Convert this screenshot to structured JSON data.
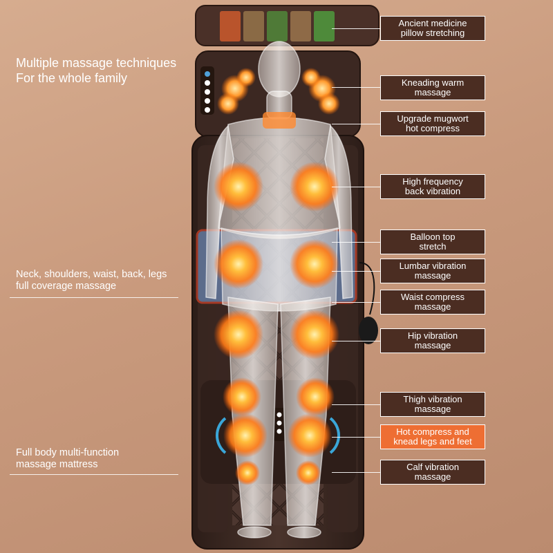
{
  "headline": {
    "line1": "Multiple massage techniques",
    "line2": "For the whole family"
  },
  "side_notes": [
    {
      "line1": "Neck, shoulders, waist, back, legs",
      "line2": "full coverage massage"
    },
    {
      "line1": "Full body multi-function",
      "line2": "massage mattress"
    }
  ],
  "features": [
    {
      "line1": "Ancient medicine",
      "line2": "pillow stretching",
      "highlight": false
    },
    {
      "line1": "Kneading warm",
      "line2": "massage",
      "highlight": false
    },
    {
      "line1": "Upgrade mugwort",
      "line2": "hot compress",
      "highlight": false
    },
    {
      "line1": "High frequency",
      "line2": "back vibration",
      "highlight": false
    },
    {
      "line1": "Balloon top",
      "line2": "stretch",
      "highlight": false
    },
    {
      "line1": "Lumbar vibration",
      "line2": "massage",
      "highlight": false
    },
    {
      "line1": "Waist compress",
      "line2": "massage",
      "highlight": false
    },
    {
      "line1": "Hip vibration",
      "line2": "massage",
      "highlight": false
    },
    {
      "line1": "Thigh vibration",
      "line2": "massage",
      "highlight": false
    },
    {
      "line1": "Hot compress and",
      "line2": "knead legs and feet",
      "highlight": true
    },
    {
      "line1": "Calf vibration",
      "line2": "massage",
      "highlight": false
    }
  ],
  "colors": {
    "background": "#c99a7d",
    "label_box": "#4b2d22",
    "label_highlight": "#ee6e33",
    "mattress": "#3d2a24",
    "heat": "#ff8a1e"
  }
}
